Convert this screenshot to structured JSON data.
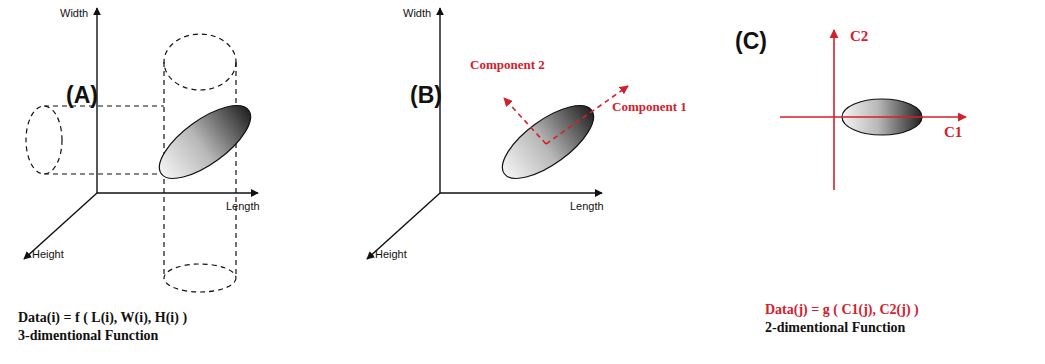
{
  "diagram": {
    "labels": [
      "(A)",
      "Width",
      "Length",
      "Height",
      "Data(i) = f ( L(i), W(i), H(i) )",
      "3-dimentional Function",
      "(B)",
      "Width",
      "Length",
      "Height",
      "Component 2",
      "Component 1",
      "(C)",
      "C2",
      "C1",
      "Data(j) = g ( C1(j), C2(j) )",
      "2-dimentional Function"
    ]
  }
}
